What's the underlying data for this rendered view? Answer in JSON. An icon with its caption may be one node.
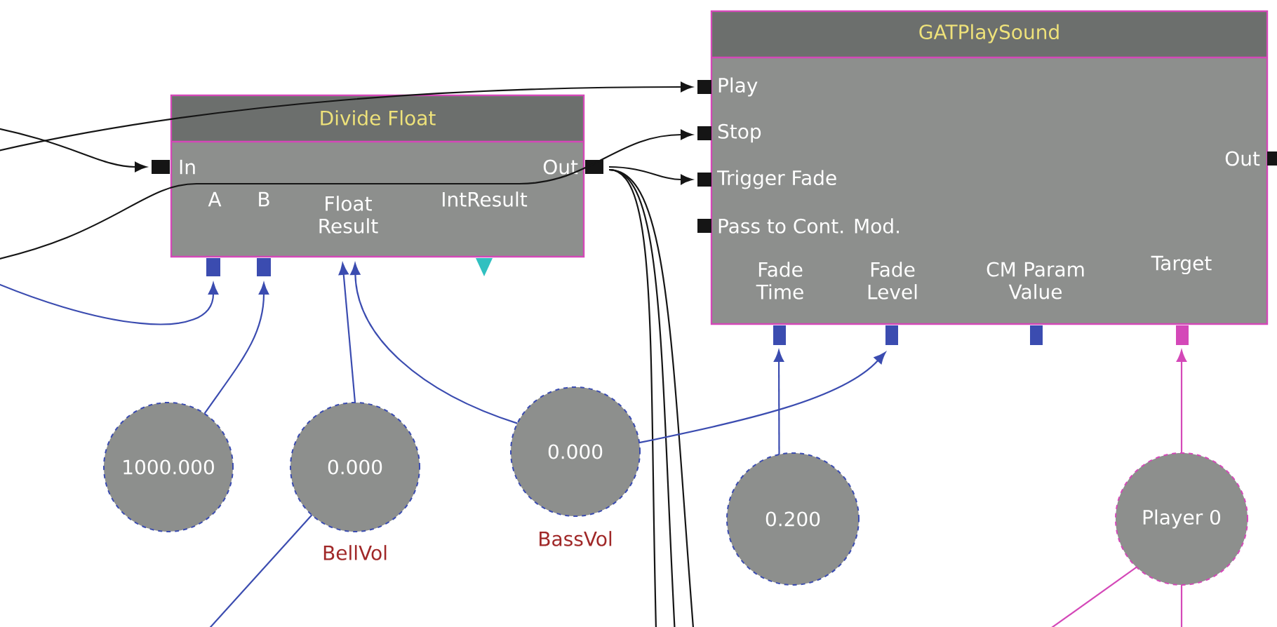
{
  "diagram": {
    "nodes": [
      {
        "text": [
          "Divide Float",
          "In",
          "Out",
          "A",
          "B",
          "Float Result",
          "IntResult"
        ]
      },
      {
        "text": [
          "GATPlaySound",
          "Play",
          "Stop",
          "Trigger Fade",
          "Pass to Cont. Mod.",
          "Out",
          "Fade Time",
          "Fade Level",
          "CM Param Value",
          "Target"
        ]
      },
      {
        "text": [
          "1000.000"
        ]
      },
      {
        "text": [
          "0.000"
        ],
        "beside": [
          "BellVol"
        ]
      },
      {
        "text": [
          "0.000"
        ],
        "beside": [
          "BassVol"
        ]
      },
      {
        "text": [
          "0.200"
        ]
      },
      {
        "text": [
          "Player 0"
        ]
      }
    ],
    "edges": [
      {
        "from": null,
        "to": 0,
        "arrow": "to"
      },
      {
        "from": null,
        "to": 1,
        "arrow": "to"
      },
      {
        "from": null,
        "to": 1,
        "arrow": "to"
      },
      {
        "from": 0,
        "to": 1,
        "arrow": "to"
      },
      {
        "from": 0,
        "to": null,
        "arrow": "none"
      },
      {
        "from": 0,
        "to": null,
        "arrow": "none"
      },
      {
        "from": 0,
        "to": null,
        "arrow": "none"
      },
      {
        "from": 2,
        "to": 0,
        "arrow": "to",
        "color": "#3b4cb0"
      },
      {
        "from": null,
        "to": 0,
        "arrow": "to",
        "color": "#3b4cb0"
      },
      {
        "from": 3,
        "to": 0,
        "arrow": "to",
        "color": "#3b4cb0"
      },
      {
        "from": 4,
        "to": 0,
        "arrow": "to",
        "color": "#3b4cb0"
      },
      {
        "from": 4,
        "to": 1,
        "arrow": "to",
        "color": "#3b4cb0"
      },
      {
        "from": 5,
        "to": 1,
        "arrow": "to",
        "color": "#3b4cb0"
      },
      {
        "from": 6,
        "to": 1,
        "arrow": "to",
        "color": "#d448b8"
      },
      {
        "from": 3,
        "to": null,
        "arrow": "none",
        "color": "#3b4cb0"
      },
      {
        "from": 6,
        "to": null,
        "arrow": "none",
        "color": "#d448b8"
      },
      {
        "from": 6,
        "to": null,
        "arrow": "none",
        "color": "#d448b8"
      }
    ]
  }
}
